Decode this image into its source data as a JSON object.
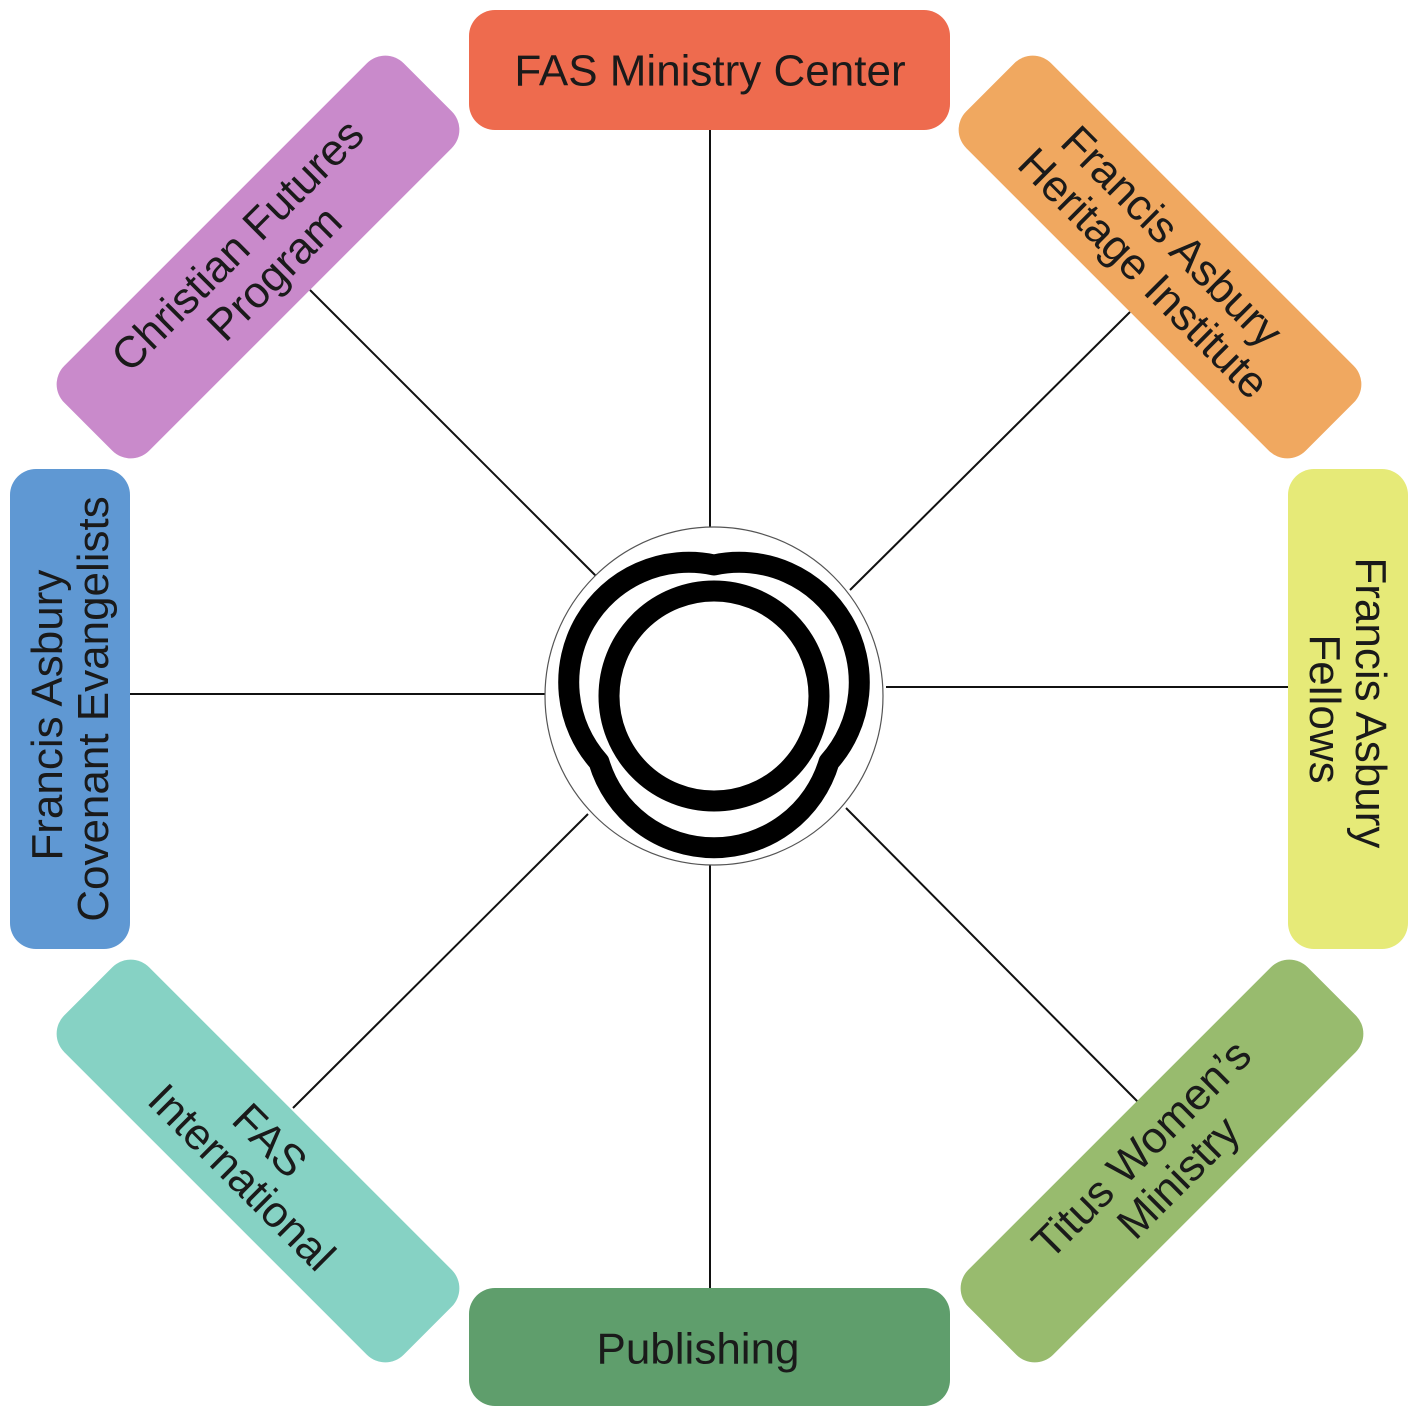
{
  "diagram": {
    "center_icon": "triquetra-icon",
    "boxes": [
      {
        "key": "top",
        "lines": [
          "FAS Ministry Center"
        ],
        "color": "#EE6B4E"
      },
      {
        "key": "top-right",
        "lines": [
          "Francis Asbury",
          "Heritage Institute"
        ],
        "color": "#F0A860"
      },
      {
        "key": "right",
        "lines": [
          "Francis Asbury",
          "Fellows"
        ],
        "color": "#E6EA78"
      },
      {
        "key": "bottom-right",
        "lines": [
          "Titus Women’s",
          "Ministry"
        ],
        "color": "#98BB6E"
      },
      {
        "key": "bottom",
        "lines": [
          "Publishing"
        ],
        "color": "#5F9E6C"
      },
      {
        "key": "bottom-left",
        "lines": [
          "FAS",
          "International"
        ],
        "color": "#86D2C4"
      },
      {
        "key": "left",
        "lines": [
          "Francis Asbury",
          "Covenant Evangelists"
        ],
        "color": "#5F98D3"
      },
      {
        "key": "top-left",
        "lines": [
          "Christian Futures",
          "Program"
        ],
        "color": "#C98ACB"
      }
    ]
  }
}
